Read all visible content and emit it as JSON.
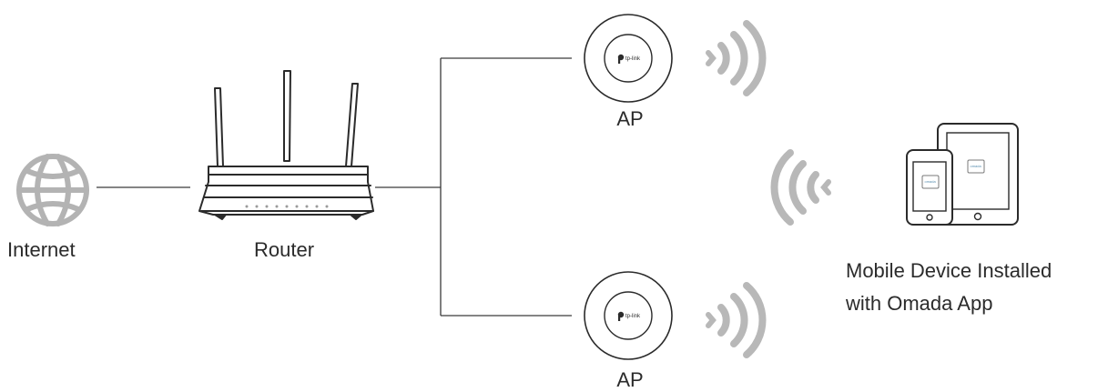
{
  "labels": {
    "internet": "Internet",
    "router": "Router",
    "ap_top": "AP",
    "ap_bottom": "AP",
    "mobile_line1": "Mobile Device Installed",
    "mobile_line2": "with Omada App"
  },
  "ap_logo_text": "tp-link",
  "screen_logo_text": "omada",
  "icons": {
    "internet": "globe-icon",
    "router": "router-icon",
    "ap": "access-point-icon",
    "wifi": "wifi-signal-icon",
    "devices": "phone-tablet-icon"
  },
  "colors": {
    "line": "#3a3a3a",
    "globe": "#b3b3b3",
    "wifi": "#b8b8b8",
    "text": "#2b2b2b"
  }
}
